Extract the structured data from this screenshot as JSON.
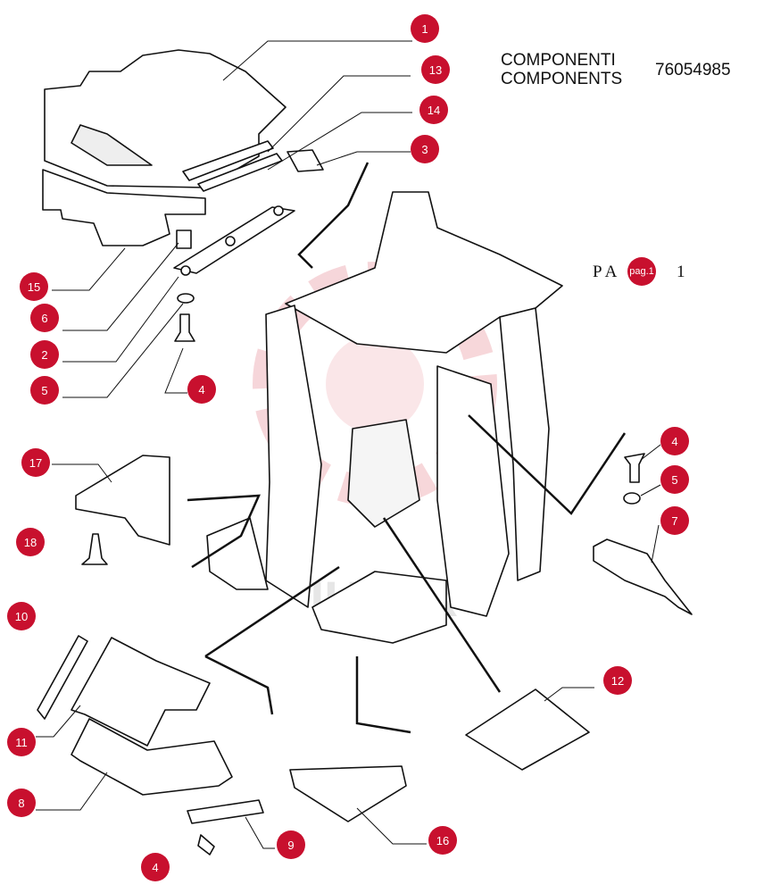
{
  "header": {
    "title_it": "COMPONENTI",
    "title_en": "COMPONENTS",
    "part_number": "76054985"
  },
  "page_ref": {
    "left": "P A",
    "badge": "pag.1",
    "right": "1"
  },
  "callouts": [
    {
      "id": "c1",
      "label": "1"
    },
    {
      "id": "c13",
      "label": "13"
    },
    {
      "id": "c14",
      "label": "14"
    },
    {
      "id": "c3",
      "label": "3"
    },
    {
      "id": "c15",
      "label": "15"
    },
    {
      "id": "c6",
      "label": "6"
    },
    {
      "id": "c2",
      "label": "2"
    },
    {
      "id": "c5a",
      "label": "5"
    },
    {
      "id": "c4a",
      "label": "4"
    },
    {
      "id": "c17",
      "label": "17"
    },
    {
      "id": "c18",
      "label": "18"
    },
    {
      "id": "c10",
      "label": "10"
    },
    {
      "id": "c11",
      "label": "11"
    },
    {
      "id": "c8",
      "label": "8"
    },
    {
      "id": "c4b",
      "label": "4"
    },
    {
      "id": "c9",
      "label": "9"
    },
    {
      "id": "c16",
      "label": "16"
    },
    {
      "id": "c12",
      "label": "12"
    },
    {
      "id": "c4c",
      "label": "4"
    },
    {
      "id": "c5b",
      "label": "5"
    },
    {
      "id": "c7",
      "label": "7"
    }
  ],
  "watermark": "IHTEX",
  "colors": {
    "callout": "#c8102e",
    "line": "#111111",
    "watermark": "#f2b9bf"
  }
}
